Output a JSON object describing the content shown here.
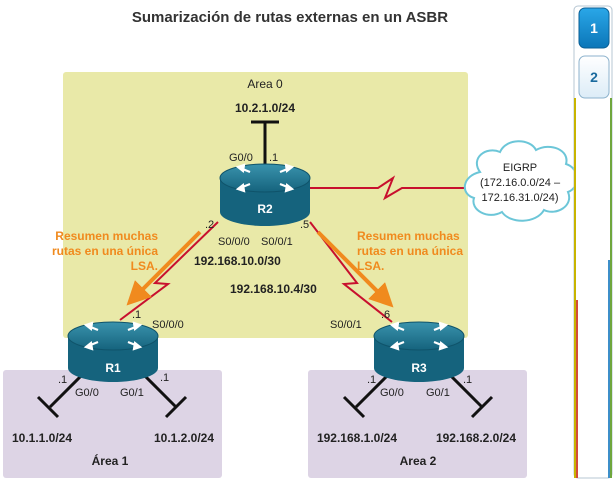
{
  "title": "Sumarización de rutas externas en un ASBR",
  "areas": {
    "area0": "Area 0",
    "area1": "Área 1",
    "area2": "Area 2"
  },
  "routers": {
    "r1": "R1",
    "r2": "R2",
    "r3": "R3"
  },
  "networks": {
    "r2_lan": "10.2.1.0/24",
    "r1_lan_a": "10.1.1.0/24",
    "r1_lan_b": "10.1.2.0/24",
    "r3_lan_a": "192.168.1.0/24",
    "r3_lan_b": "192.168.2.0/24",
    "link_r1_r2": "192.168.10.0/30",
    "link_r2_r3": "192.168.10.4/30"
  },
  "interfaces": {
    "r2_g00": "G0/0",
    "r2_g00_host": ".1",
    "r2_s000": "S0/0/0",
    "r2_s001": "S0/0/1",
    "r2_s000_host": ".2",
    "r2_s001_host": ".5",
    "r1_s000": "S0/0/0",
    "r1_s000_host": ".1",
    "r1_g00": "G0/0",
    "r1_g01": "G0/1",
    "r1_g00_host": ".1",
    "r1_g01_host": ".1",
    "r3_s001": "S0/0/1",
    "r3_s001_host": ".6",
    "r3_g00": "G0/0",
    "r3_g01": "G0/1",
    "r3_g00_host": ".1",
    "r3_g01_host": ".1"
  },
  "eigrp": {
    "line1": "EIGRP",
    "line2": "(172.16.0.0/24 –",
    "line3": "172.16.31.0/24)"
  },
  "summary_left": [
    "Resumen muchas",
    "rutas en una única",
    "LSA."
  ],
  "summary_right": [
    "Resumen muchas",
    "rutas en una única",
    "LSA."
  ],
  "side_tabs": [
    "1",
    "2"
  ],
  "colors": {
    "area0_fill": "#eaeaaa",
    "area_edge_fill": "#ddd5e6",
    "router_fill": "#1f7a96",
    "serial_link": "#c8102e",
    "summary_text": "#f08a1e",
    "tab_active": "#1a8fd0"
  }
}
